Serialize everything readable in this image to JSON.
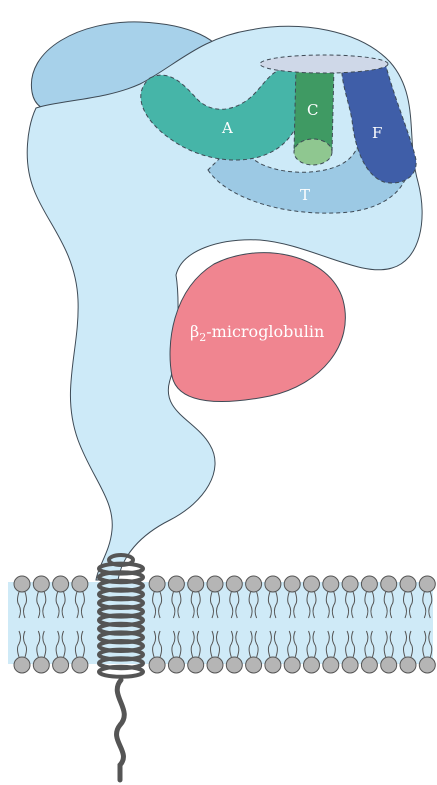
{
  "labels": {
    "domain_a": "A",
    "domain_c": "C",
    "domain_f": "F",
    "domain_t": "T",
    "b2m_prefix": "β",
    "b2m_subscript": "2",
    "b2m_suffix": "-microglobulin"
  },
  "colors": {
    "protein_fill": "#cdeaf8",
    "protein_stroke": "#3e4a55",
    "protein_dark_lobe": "#a7d1ea",
    "tunnel_ring": "#9cc9e4",
    "domain_a": "#46b5a8",
    "domain_c": "#3f9a63",
    "domain_c_end": "#8fc790",
    "domain_f": "#3f5ea8",
    "domain_f_top": "#cfd8e8",
    "b2m": "#f08590",
    "membrane_band": "#cfeaf7",
    "lipid_head": "#b5b5b5",
    "helix": "#555555"
  }
}
